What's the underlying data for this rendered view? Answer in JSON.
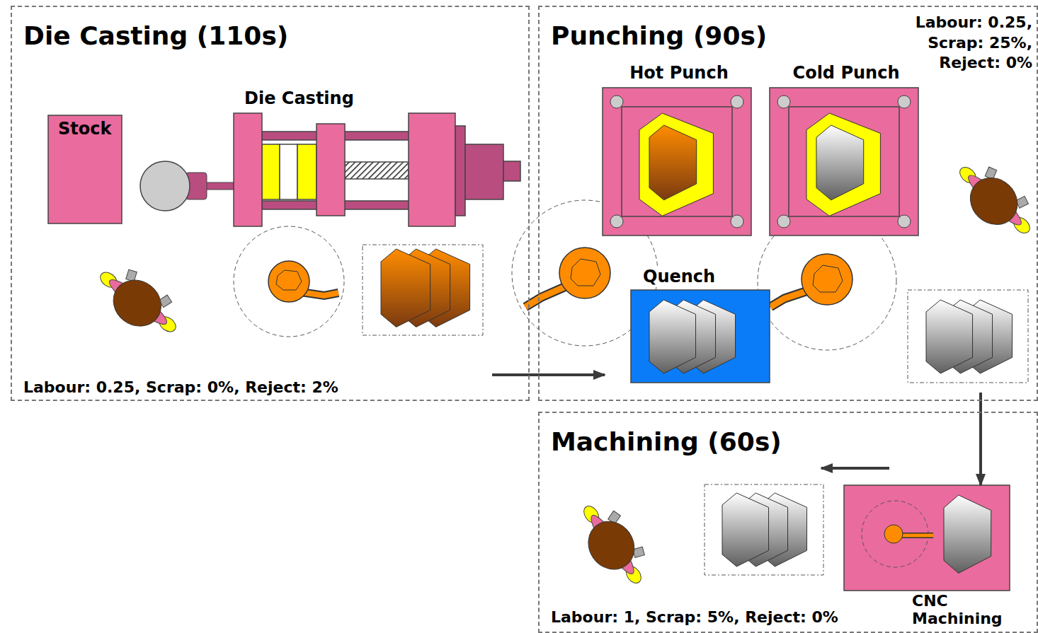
{
  "diagram": {
    "nodes": [
      {
        "text": [
          "Die Casting (110s)",
          "Labour: 0.25, Scrap: 0%, Reject: 2%"
        ]
      },
      {
        "text": [
          "Stock"
        ],
        "in": 0
      },
      {
        "text": [
          "Die Casting"
        ],
        "in": 0
      },
      {
        "text": [
          "Punching (90s)",
          "Labour: 0.25, Scrap: 25%, Reject: 0%"
        ]
      },
      {
        "text": [
          "Hot Punch"
        ],
        "in": 3
      },
      {
        "text": [
          "Cold Punch"
        ],
        "in": 3
      },
      {
        "text": [
          "Quench"
        ],
        "in": 3
      },
      {
        "text": [
          "Machining (60s)",
          "Labour: 1, Scrap: 5%, Reject: 0%"
        ]
      },
      {
        "text": [
          "CNC Machining"
        ],
        "in": 7
      }
    ],
    "edges": [
      {
        "from": 0,
        "to": 3,
        "arrow": "to"
      },
      {
        "from": 3,
        "to": 8,
        "arrow": "to"
      }
    ]
  }
}
